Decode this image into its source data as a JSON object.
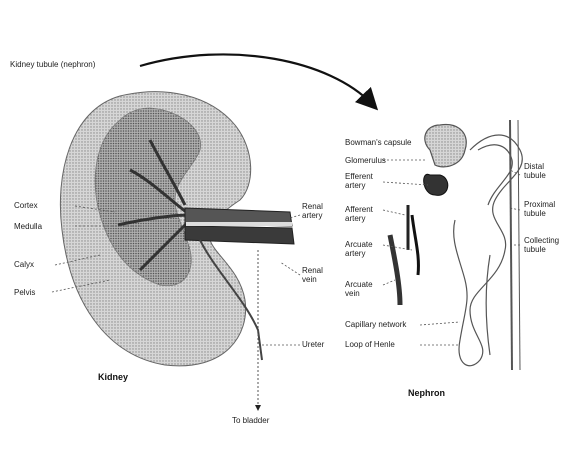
{
  "kidney_labels": {
    "top": "Kidney tubule (nephron)",
    "cortex": "Cortex",
    "medulla": "Medulla",
    "calyx": "Calyx",
    "pelvis": "Pelvis",
    "renal_artery": "Renal artery",
    "renal_vein": "Renal vein",
    "ureter": "Ureter",
    "to_bladder": "To bladder",
    "title": "Kidney"
  },
  "nephron_labels": {
    "bowmans_capsule": "Bowman's capsule",
    "glomerulus": "Glomerulus",
    "efferent_artery": "Efferent artery",
    "afferent_artery": "Afferent artery",
    "arcuate_artery": "Arcuate artery",
    "arcuate_vein": "Arcuate vein",
    "capillary_network": "Capillary network",
    "loop_of_henle": "Loop of Henle",
    "distal_tubule": "Distal tubule",
    "proximal_tubule": "Proximal tubule",
    "collecting_tubule": "Collecting tubule",
    "title": "Nephron"
  }
}
